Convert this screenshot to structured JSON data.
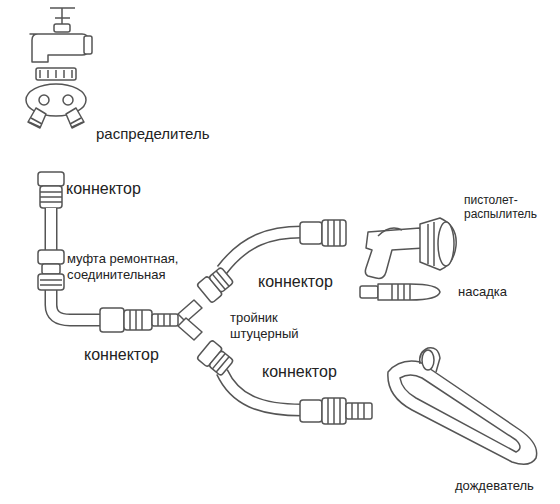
{
  "diagram": {
    "labels": [
      "распределитель",
      "коннектор",
      "муфта ремонтная, соединительная",
      "пистолет- распылитель",
      "коннектор",
      "насадка",
      "тройник штуцерный",
      "коннектор",
      "коннектор",
      "дождеватель"
    ]
  }
}
